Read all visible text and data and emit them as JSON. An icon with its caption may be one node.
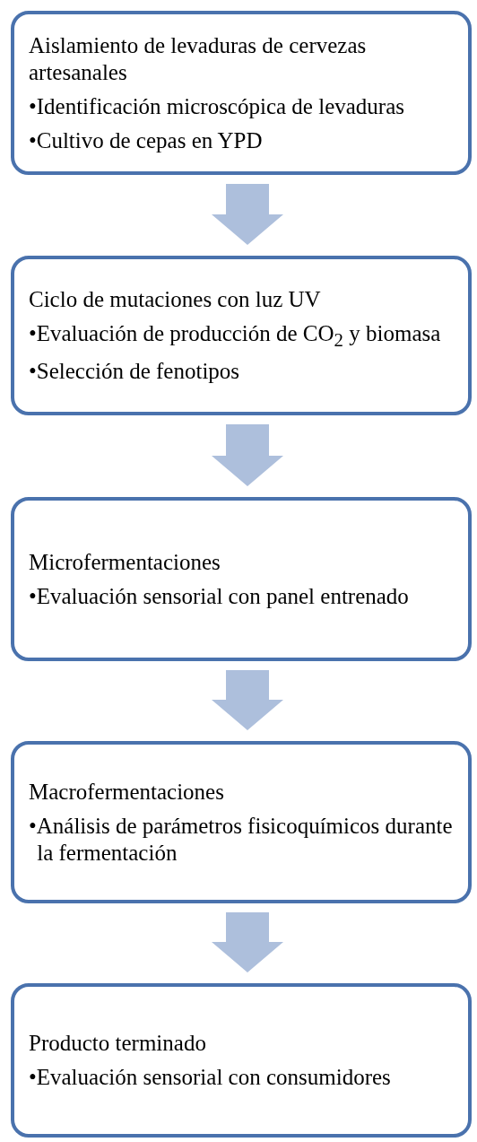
{
  "diagram": {
    "nodes": [
      {
        "text": [
          "Aislamiento de levaduras de cervezas artesanales",
          "•Identificación microscópica de levaduras",
          "•Cultivo de cepas en YPD"
        ]
      },
      {
        "text": [
          "Ciclo de mutaciones con luz UV",
          "•Evaluación de producción de CO$_{2}$ y biomasa",
          "•Selección de fenotipos"
        ]
      },
      {
        "text": [
          "Microfermentaciones",
          "•Evaluación sensorial con panel entrenado"
        ]
      },
      {
        "text": [
          "Macrofermentaciones",
          "•Análisis de parámetros fisicoquímicos durante la fermentación"
        ]
      },
      {
        "text": [
          "Producto terminado",
          "•Evaluación sensorial con consumidores"
        ]
      }
    ],
    "edges": [
      {
        "from": 0,
        "to": 1,
        "arrow": "to"
      },
      {
        "from": 1,
        "to": 2,
        "arrow": "to"
      },
      {
        "from": 2,
        "to": 3,
        "arrow": "to"
      },
      {
        "from": 3,
        "to": 4,
        "arrow": "to"
      }
    ]
  }
}
